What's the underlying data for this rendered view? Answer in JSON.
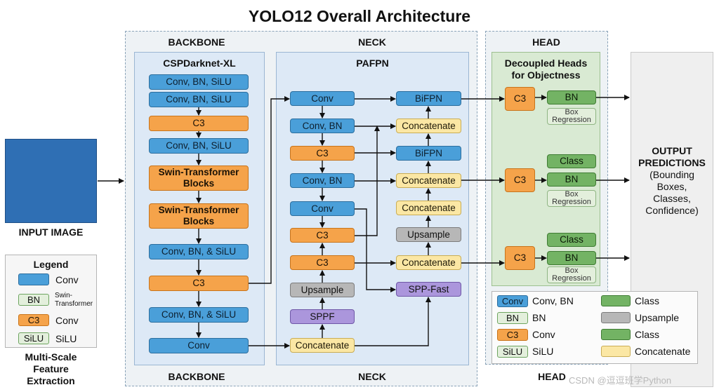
{
  "title": "YOLO12 Overall Architecture",
  "sections": {
    "backbone_top": "BACKBONE",
    "neck_top": "NECK",
    "head_top": "HEAD",
    "backbone_bottom": "BACKBONE",
    "neck_bottom": "NECK",
    "head_bottom": "HEAD"
  },
  "input_label": "INPUT IMAGE",
  "backbone": {
    "title": "CSPDarknet-XL",
    "nodes": [
      "Conv, BN, SiLU",
      "Conv, BN, SiLU",
      "C3",
      "Conv, BN, SiLU",
      "Swin-Transformer Blocks",
      "Swin-Transformer Blocks",
      "Conv, BN, & SiLU",
      "C3",
      "Conv, BN, & SiLU",
      "Conv"
    ]
  },
  "neck": {
    "title": "PAFPN",
    "left_nodes": [
      "Conv",
      "Conv, BN",
      "C3",
      "Conv, BN",
      "Conv",
      "C3",
      "C3",
      "Upsample",
      "SPPF",
      "Concatenate"
    ],
    "right_nodes": [
      "BiFPN",
      "Concatenate",
      "BiFPN",
      "Concatenate",
      "Concatenate",
      "Upsample",
      "Concatenate",
      "SPP-Fast"
    ]
  },
  "head": {
    "title_line1": "Decoupled Heads",
    "title_line2": "for Objectness",
    "c3": "C3",
    "bn": "BN",
    "class": "Class",
    "box_line1": "Box",
    "box_line2": "Regression"
  },
  "output": {
    "line1": "OUTPUT",
    "line2": "PREDICTIONS",
    "line3": "(Bounding",
    "line4": "Boxes,",
    "line5": "Classes,",
    "line6": "Confidence)"
  },
  "left_legend": {
    "title": "Legend",
    "items": [
      {
        "chip": "",
        "label": "Conv"
      },
      {
        "chip": "BN",
        "label_line1": "Swin-",
        "label_line2": "Transformer"
      },
      {
        "chip": "C3",
        "label": "Conv"
      },
      {
        "chip": "SiLU",
        "label": "SiLU"
      }
    ],
    "footer_line1": "Multi-Scale",
    "footer_line2": "Feature",
    "footer_line3": "Extraction"
  },
  "head_legend": {
    "left": [
      {
        "chip": "Conv",
        "label": "Conv, BN"
      },
      {
        "chip": "BN",
        "label": "BN"
      },
      {
        "chip": "C3",
        "label": "Conv"
      },
      {
        "chip": "SiLU",
        "label": "SiLU"
      }
    ],
    "right": [
      "Class",
      "Upsample",
      "Class",
      "Concatenate"
    ]
  },
  "watermark": "CSDN @逗逗班学Python",
  "colors": {
    "conv": "#4a9fd9",
    "c3": "#f5a34a",
    "concatenate": "#fbe7a4",
    "upsample": "#b7b7b7",
    "sppf": "#ab96dc",
    "bn_class": "#73b364",
    "input": "#2f6fb4"
  }
}
